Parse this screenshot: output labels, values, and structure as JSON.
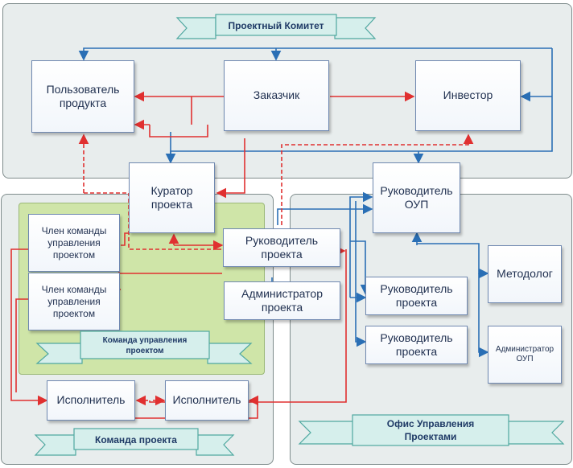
{
  "panels": {
    "committee": "Проектный Комитет",
    "team": "Команда проекта",
    "pm_team": "Команда управления\nпроектом",
    "office": "Офис Управления\nПроектами"
  },
  "nodes": {
    "user": "Пользователь\nпродукта",
    "customer": "Заказчик",
    "investor": "Инвестор",
    "curator": "Куратор\nпроекта",
    "pmo_head": "Руководитель\nОУП",
    "member1": "Член команды\nуправления\nпроектом",
    "member2": "Член команды\nуправления\nпроектом",
    "pm_main": "Руководитель\nпроекта",
    "admin": "Администратор\nпроекта",
    "pm2": "Руководитель\nпроекта",
    "methodologist": "Методолог",
    "pm3": "Руководитель\nпроекта",
    "pmo_admin": "Администратор\nОУП",
    "executor1": "Исполнитель",
    "executor2": "Исполнитель"
  },
  "colors": {
    "panel_bg": "#e8eded",
    "pm_team_bg": "#cfe5a8",
    "blue_line": "#2a6fb5",
    "red_line": "#e03030",
    "ribbon_fill": "#d6efec",
    "ribbon_border": "#4fa8a0"
  }
}
